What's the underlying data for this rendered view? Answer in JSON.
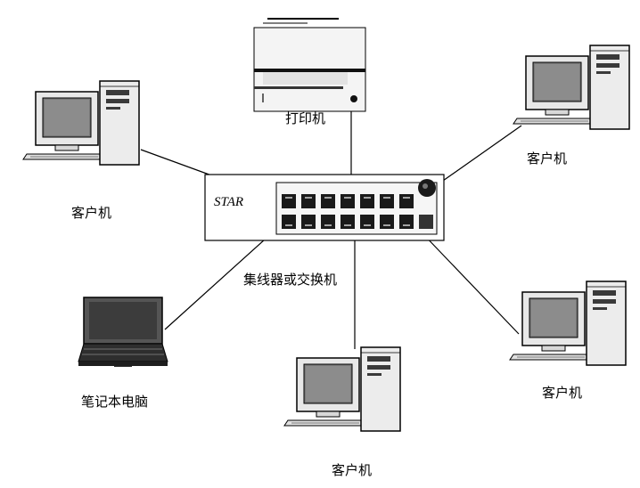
{
  "diagram": {
    "hub": {
      "brand": "STAR",
      "label": "集线器或交换机"
    },
    "nodes": {
      "printer": {
        "label": "打印机"
      },
      "client_top_left": {
        "label": "客户机"
      },
      "client_top_right": {
        "label": "客户机"
      },
      "laptop": {
        "label": "笔记本电脑"
      },
      "client_bottom_center": {
        "label": "客户机"
      },
      "client_bottom_right": {
        "label": "客户机"
      }
    },
    "connections": [
      {
        "from": "client_top_left",
        "to": "hub"
      },
      {
        "from": "printer",
        "to": "hub"
      },
      {
        "from": "client_top_right",
        "to": "hub"
      },
      {
        "from": "laptop",
        "to": "hub"
      },
      {
        "from": "client_bottom_center",
        "to": "hub"
      },
      {
        "from": "client_bottom_right",
        "to": "hub"
      }
    ]
  }
}
